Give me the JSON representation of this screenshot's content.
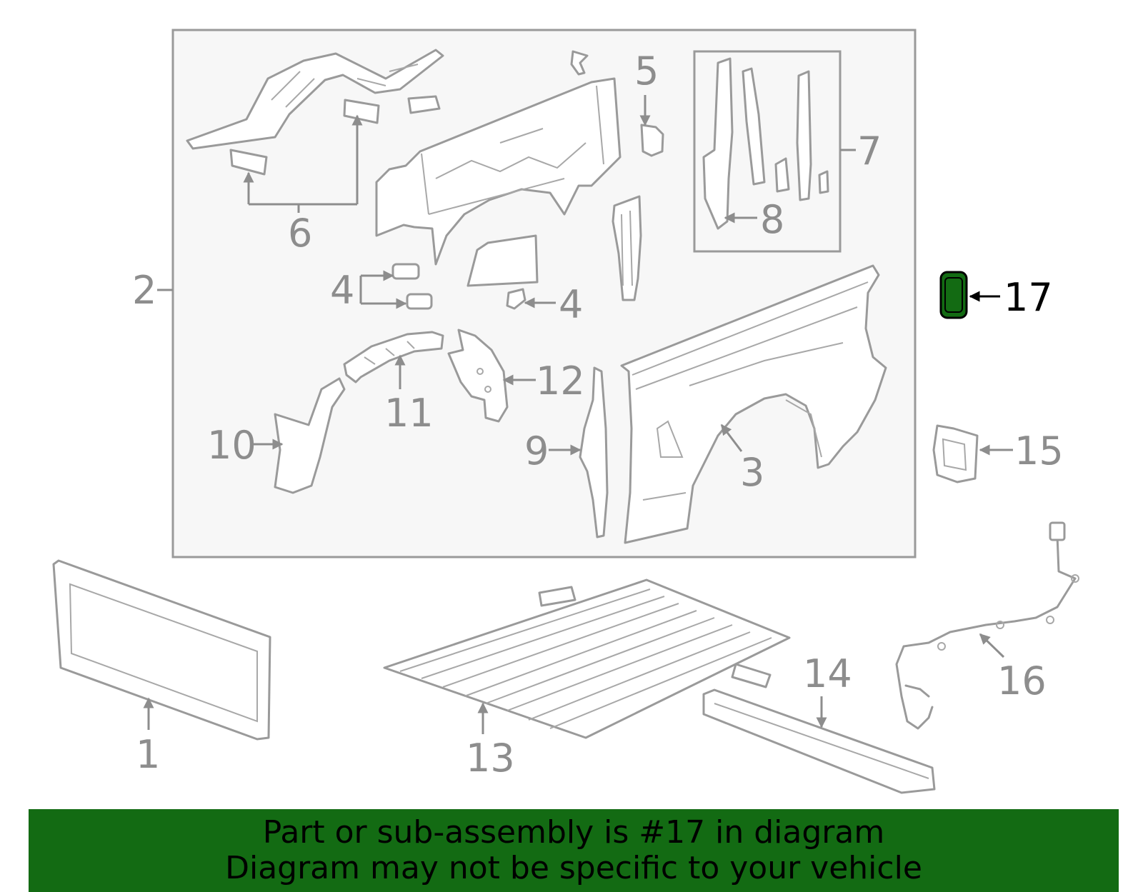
{
  "callouts": {
    "c1": "1",
    "c2": "2",
    "c3": "3",
    "c4a": "4",
    "c4b": "4",
    "c5": "5",
    "c6": "6",
    "c7": "7",
    "c8": "8",
    "c9": "9",
    "c10": "10",
    "c11": "11",
    "c12": "12",
    "c13": "13",
    "c14": "14",
    "c15": "15",
    "c16": "16",
    "c17": "17"
  },
  "highlight": {
    "part_number": "17",
    "color": "#136b13"
  },
  "colors": {
    "line": "#9a9a9a",
    "box_fill": "#f7f7f7",
    "banner": "#136b13",
    "highlight_text": "#000000"
  },
  "banner": {
    "line1": "Part or sub-assembly is #17 in diagram",
    "line2": "Diagram may not be specific to your vehicle"
  }
}
